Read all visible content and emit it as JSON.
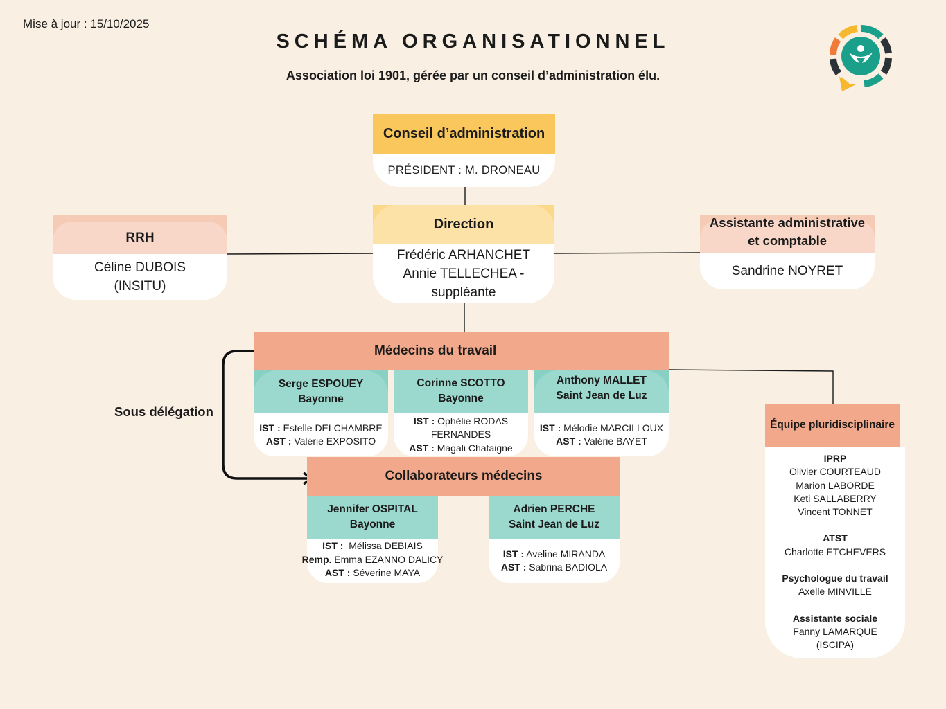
{
  "header": {
    "update": "Mise à jour : 15/10/2025",
    "title": "SCHÉMA ORGANISATIONNEL",
    "subtitle": "Association loi 1901, gérée par un conseil d’administration élu."
  },
  "colors": {
    "background": "#f9efe2",
    "conseil": "#f9c75c",
    "direction": "#fce2a6",
    "rrh": "#f8d6c8",
    "medecins": "#f2a98b",
    "doctor": "#9bd9cf",
    "logo_orange": "#f07a3a",
    "logo_teal": "#1aa08a",
    "logo_dark": "#2b3338",
    "logo_yellow": "#f5b82e"
  },
  "logo": {
    "icon": "organisation-logo-icon"
  },
  "conseil": {
    "title": "Conseil d’administration",
    "president": "PRÉSIDENT : M. DRONEAU"
  },
  "direction": {
    "title": "Direction",
    "line1": "Frédéric ARHANCHET",
    "line2": "Annie TELLECHEA -",
    "line3": "suppléante"
  },
  "rrh": {
    "title": "RRH",
    "line1": "Céline DUBOIS",
    "line2": "(INSITU)"
  },
  "assistante": {
    "title_line1": "Assistante administrative",
    "title_line2": "et comptable",
    "name": "Sandrine NOYRET"
  },
  "medecins": {
    "title": "Médecins du travail",
    "doctors": [
      {
        "name": "Serge ESPOUEY",
        "site": "Bayonne",
        "ist_label": "IST :",
        "ist": "Estelle DELCHAMBRE",
        "ast_label": "AST :",
        "ast": "Valérie EXPOSITO"
      },
      {
        "name": "Corinne SCOTTO",
        "site": "Bayonne",
        "ist_label": "IST :",
        "ist": "Ophélie RODAS",
        "ist2": "FERNANDES",
        "ast_label": "AST :",
        "ast": "Magali Chataigne"
      },
      {
        "name": "Anthony MALLET",
        "site": "Saint Jean de Luz",
        "ist_label": "IST :",
        "ist": "Mélodie MARCILLOUX",
        "ast_label": "AST :",
        "ast": "Valérie BAYET"
      }
    ]
  },
  "sous_delegation": "Sous délégation",
  "collaborateurs": {
    "title": "Collaborateurs médecins",
    "doctors": [
      {
        "name": "Jennifer OSPITAL",
        "site": "Bayonne",
        "ist_label": "IST :",
        "ist": "Mélissa DEBIAIS",
        "remp_label": "Remp.",
        "remp": "Emma EZANNO DALICY",
        "ast_label": "AST :",
        "ast": "Séverine MAYA"
      },
      {
        "name": "Adrien PERCHE",
        "site": "Saint Jean de Luz",
        "ist_label": "IST :",
        "ist": "Aveline MIRANDA",
        "ast_label": "AST :",
        "ast": "Sabrina BADIOLA"
      }
    ]
  },
  "equipe": {
    "title": "Équipe pluridisciplinaire",
    "groups": [
      {
        "role": "IPRP",
        "members": [
          "Olivier COURTEAUD",
          "Marion LABORDE",
          "Keti SALLABERRY",
          "Vincent TONNET"
        ]
      },
      {
        "role": "ATST",
        "members": [
          "Charlotte ETCHEVERS"
        ]
      },
      {
        "role": "Psychologue du travail",
        "members": [
          "Axelle MINVILLE"
        ]
      },
      {
        "role": "Assistante sociale",
        "members": [
          "Fanny LAMARQUE",
          "(ISCIPA)"
        ]
      }
    ]
  }
}
